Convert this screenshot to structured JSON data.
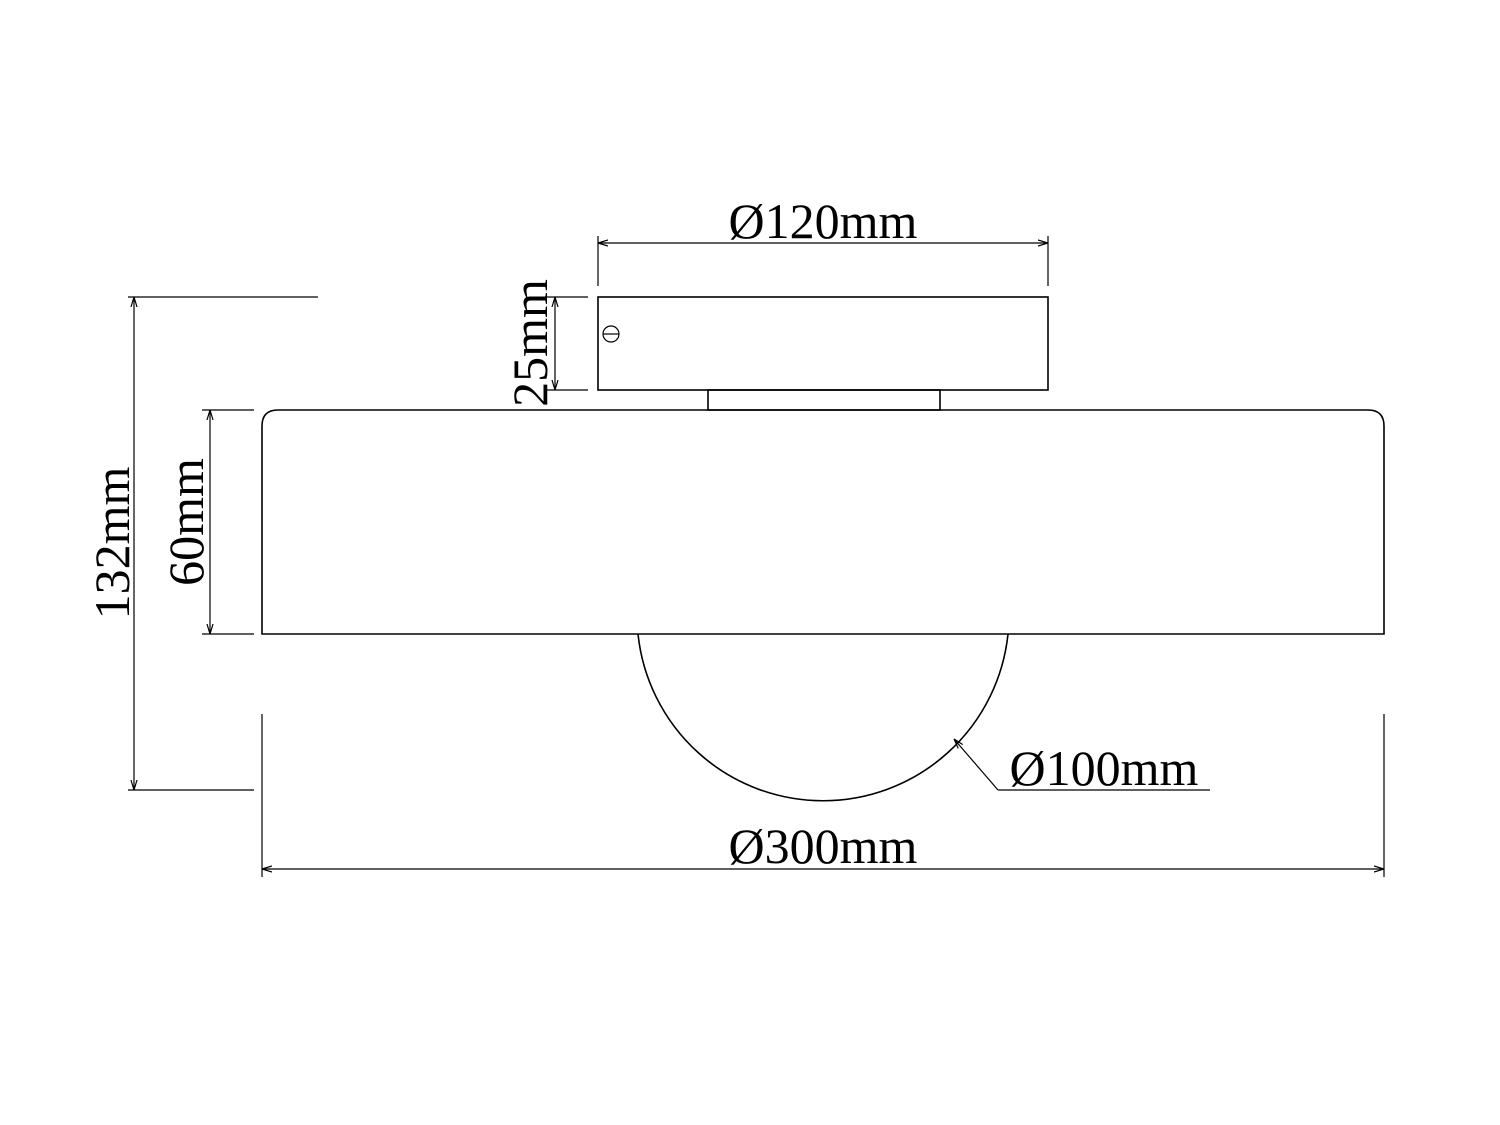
{
  "dimensions": {
    "canopy_diameter": "Ø120mm",
    "canopy_height": "25mm",
    "shade_height": "60mm",
    "total_height": "132mm",
    "globe_diameter": "Ø100mm",
    "shade_diameter": "Ø300mm"
  }
}
